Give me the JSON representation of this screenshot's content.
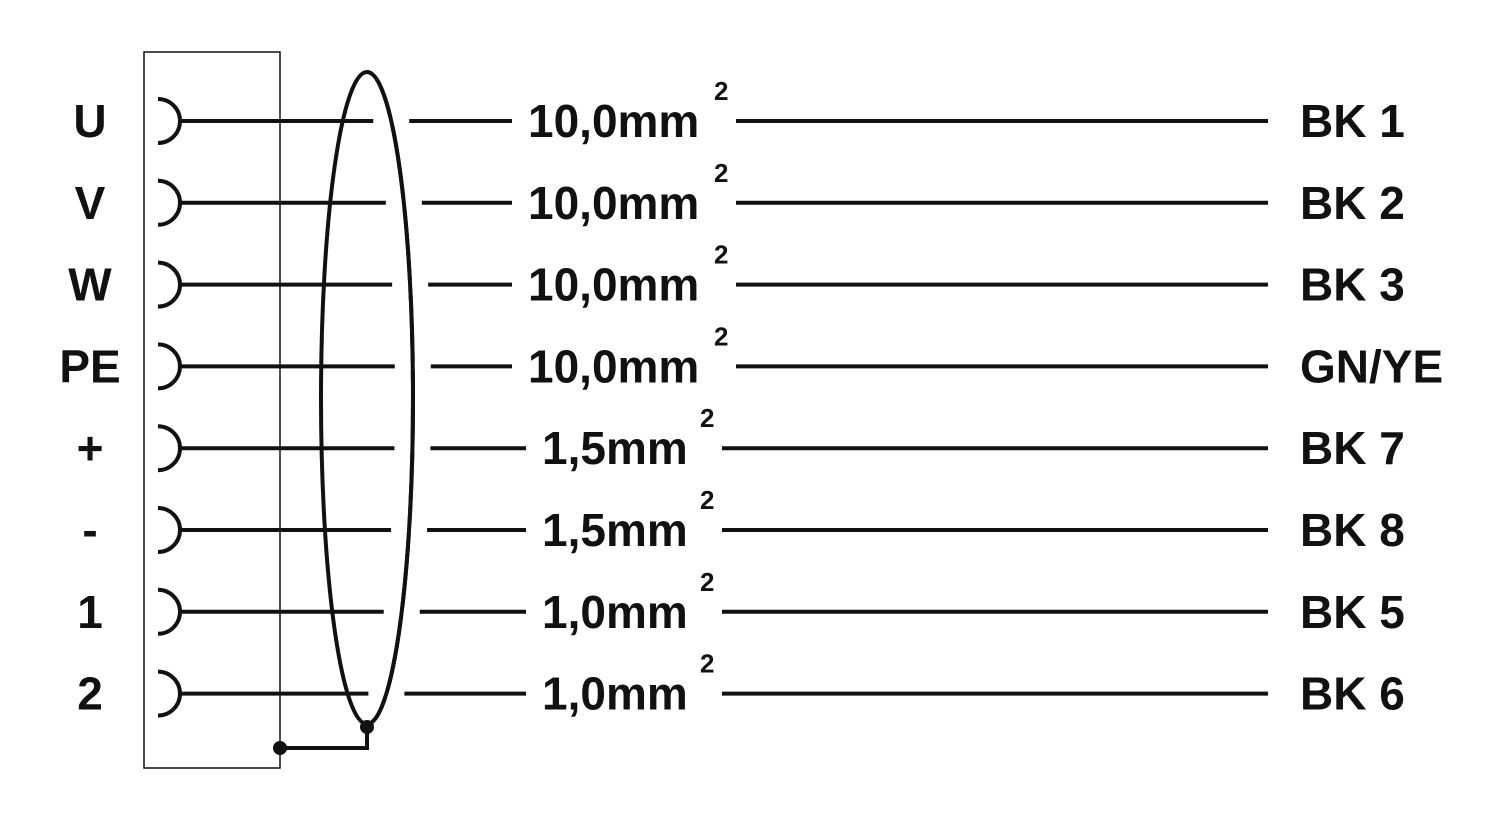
{
  "colors": {
    "ink": "#111111",
    "background": "#ffffff"
  },
  "wires": [
    {
      "pin": "U",
      "cross_section": "10,0mm",
      "sup": "2",
      "color": "BK 1"
    },
    {
      "pin": "V",
      "cross_section": "10,0mm",
      "sup": "2",
      "color": "BK 2"
    },
    {
      "pin": "W",
      "cross_section": "10,0mm",
      "sup": "2",
      "color": "BK 3"
    },
    {
      "pin": "PE",
      "cross_section": "10,0mm",
      "sup": "2",
      "color": "GN/YE"
    },
    {
      "pin": "+",
      "cross_section": "1,5mm",
      "sup": "2",
      "color": "BK 7"
    },
    {
      "pin": "-",
      "cross_section": "1,5mm",
      "sup": "2",
      "color": "BK 8"
    },
    {
      "pin": "1",
      "cross_section": "1,0mm",
      "sup": "2",
      "color": "BK 5"
    },
    {
      "pin": "2",
      "cross_section": "1,0mm",
      "sup": "2",
      "color": "BK 6"
    }
  ]
}
